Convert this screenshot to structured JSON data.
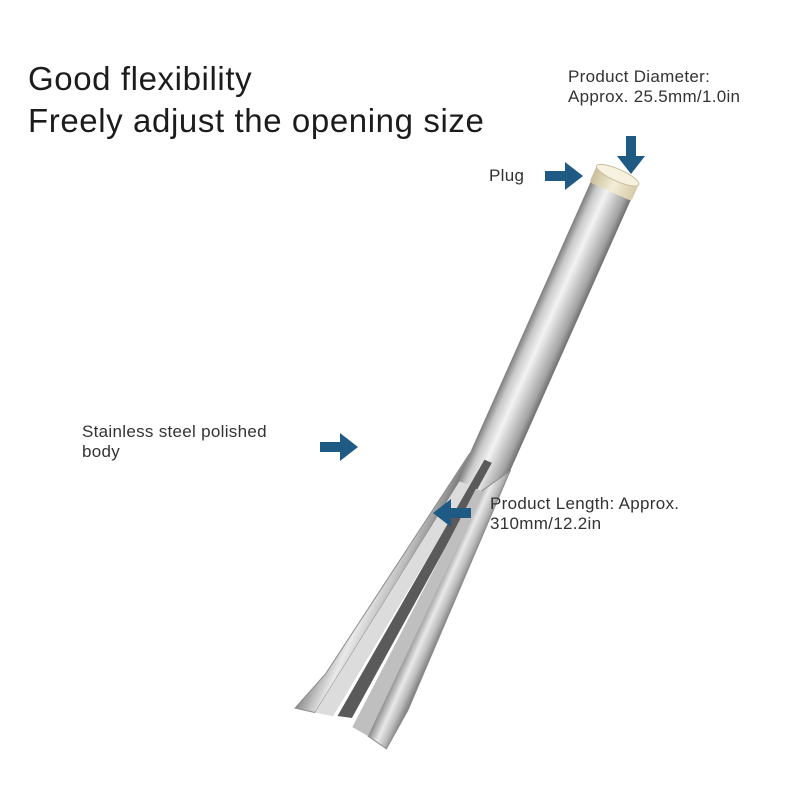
{
  "headline": {
    "line1": "Good flexibility",
    "line2": "Freely adjust the opening size"
  },
  "callouts": {
    "diameter": {
      "line1": "Product Diameter:",
      "line2": "Approx. 25.5mm/1.0in"
    },
    "plug": {
      "label": "Plug"
    },
    "body": {
      "line1": "Stainless steel polished",
      "line2": "body"
    },
    "length": {
      "line1": "Product Length: Approx.",
      "line2": "310mm/12.2in"
    }
  },
  "icons": {
    "arrow": "arrow-icon",
    "arrow_color": "#1f5a85"
  },
  "colors": {
    "background": "#ffffff",
    "steel_light": "#eeeeee",
    "steel_dark": "#8c8c8c",
    "plug": "#ece4cc"
  }
}
